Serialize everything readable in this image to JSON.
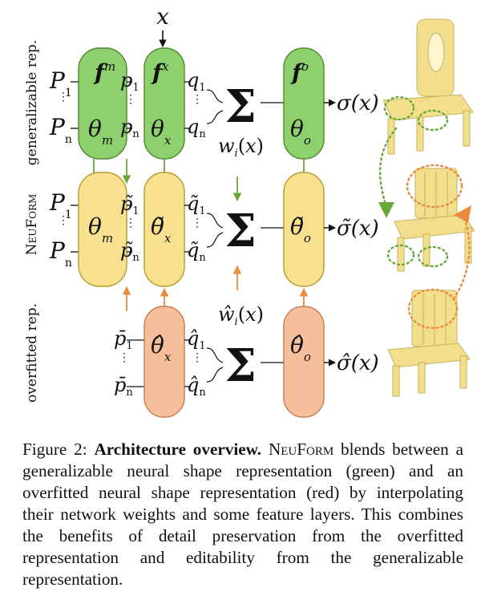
{
  "figure": {
    "row_labels": {
      "generalizable": "generalizable rep.",
      "neuform": "NeuForm",
      "overfitted": "overfitted rep."
    },
    "input_label": "x",
    "weight_labels": {
      "generalizable": "w",
      "overfitted": "ŵ",
      "arg": "(x)",
      "sub": "i"
    },
    "outputs": {
      "generalizable": "σ(x)",
      "neuform": "σ̃(x)",
      "overfitted": "σ̂(x)"
    },
    "sum_symbol": "Σ",
    "colors": {
      "green_fill": "#8fd06e",
      "green_stroke": "#4f8a2c",
      "yellow_fill": "#f7e18f",
      "yellow_stroke": "#b79a2c",
      "red_fill": "#f6bf9c",
      "red_stroke": "#c77d4d",
      "green_arrow": "#6aa83a",
      "orange_arrow": "#e98a3c"
    }
  },
  "caption": {
    "prefix": "Figure 2: ",
    "bold": "Architecture overview.",
    "name": "NeuForm",
    "body": " blends between a generalizable neural shape representation (green) and an overfitted neural shape representation (red) by interpolating their network weights and some feature layers.  This combines the benefits of detail preservation from the overfitted representation and editability from the generalizable representation."
  }
}
